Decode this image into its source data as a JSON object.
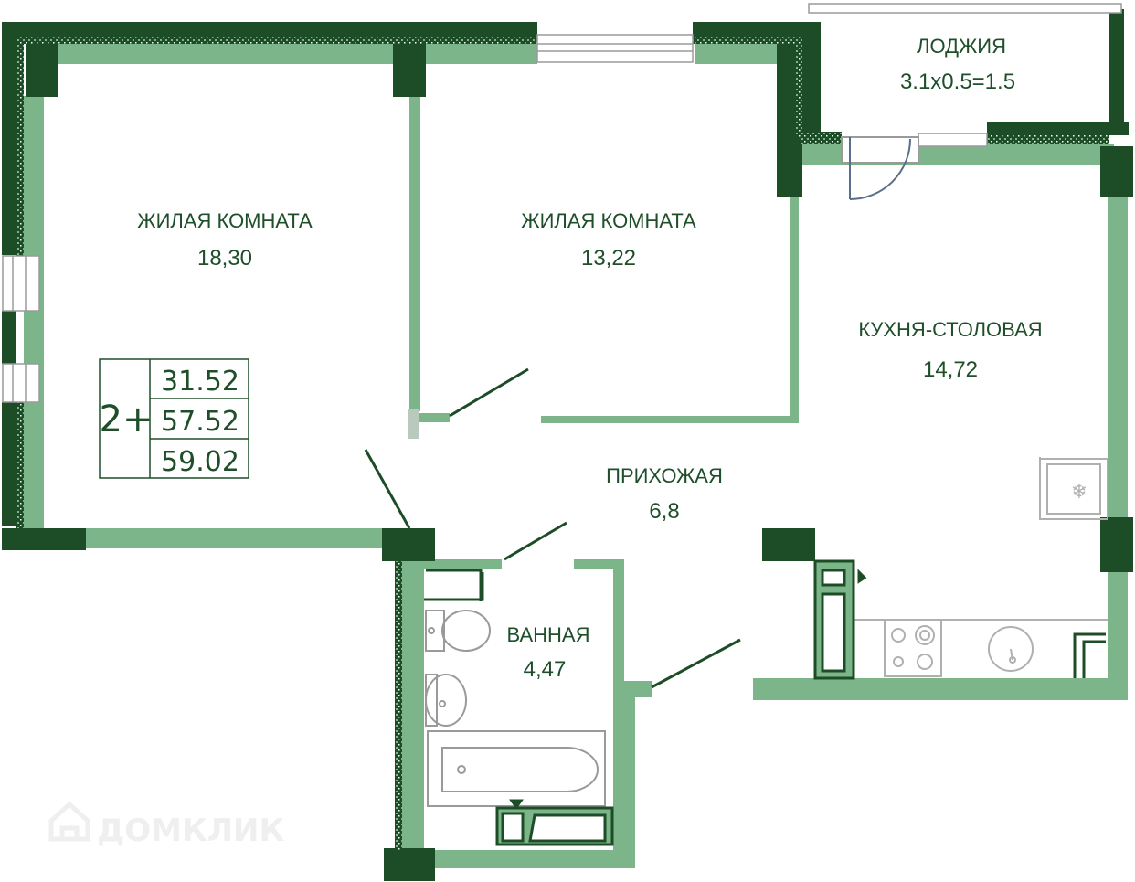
{
  "colors": {
    "wall_dark": "#1c4d26",
    "wall_light": "#7cb58a",
    "text": "#1f4f2a",
    "door": "#5a6f8a",
    "fixture": "#9a9a9a",
    "watermark": "#eeeeee"
  },
  "rooms": {
    "living1": {
      "label": "ЖИЛАЯ КОМНАТА",
      "area": "18,30"
    },
    "living2": {
      "label": "ЖИЛАЯ КОМНАТА",
      "area": "13,22"
    },
    "loggia": {
      "label": "ЛОДЖИЯ",
      "area": "3.1x0.5=1.5"
    },
    "kitchen": {
      "label": "КУХНЯ-СТОЛОВАЯ",
      "area": "14,72"
    },
    "hallway": {
      "label": "ПРИХОЖАЯ",
      "area": "6,8"
    },
    "bathroom": {
      "label": "ВАННАЯ",
      "area": "4,47"
    }
  },
  "summary": {
    "type": "2+",
    "living_area": "31.52",
    "total_area": "57.52",
    "total_with_loggia": "59.02"
  },
  "watermark": {
    "text": "ДОМКЛИК",
    "icon": "house-logo-icon"
  }
}
